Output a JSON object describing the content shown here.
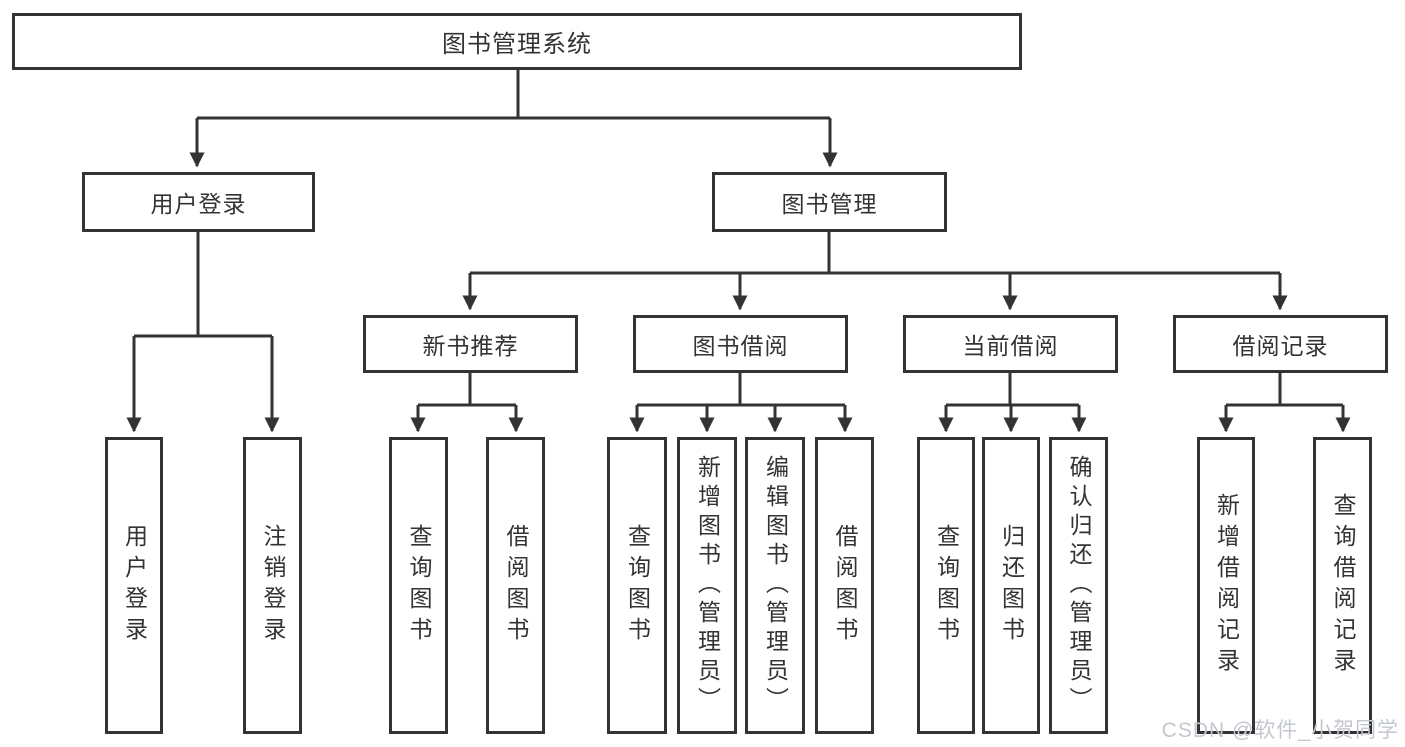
{
  "diagram": {
    "root": {
      "label": "图书管理系统"
    },
    "branches": [
      {
        "label": "用户登录",
        "children": [
          {
            "label": "用户登录"
          },
          {
            "label": "注销登录"
          }
        ]
      },
      {
        "label": "图书管理",
        "children": [
          {
            "label": "新书推荐",
            "children": [
              {
                "label": "查询图书"
              },
              {
                "label": "借阅图书"
              }
            ]
          },
          {
            "label": "图书借阅",
            "children": [
              {
                "label": "查询图书"
              },
              {
                "label": "新增图书（管理员）"
              },
              {
                "label": "编辑图书（管理员）"
              },
              {
                "label": "借阅图书"
              }
            ]
          },
          {
            "label": "当前借阅",
            "children": [
              {
                "label": "查询图书"
              },
              {
                "label": "归还图书"
              },
              {
                "label": "确认归还（管理员）"
              }
            ]
          },
          {
            "label": "借阅记录",
            "children": [
              {
                "label": "新增借阅记录"
              },
              {
                "label": "查询借阅记录"
              }
            ]
          }
        ]
      }
    ]
  },
  "watermark": {
    "text": "CSDN @软件_小贺同学"
  },
  "colors": {
    "line": "#333333",
    "box_border": "#333333",
    "text": "#333333",
    "watermark": "#c3c7ce",
    "background": "#ffffff"
  }
}
